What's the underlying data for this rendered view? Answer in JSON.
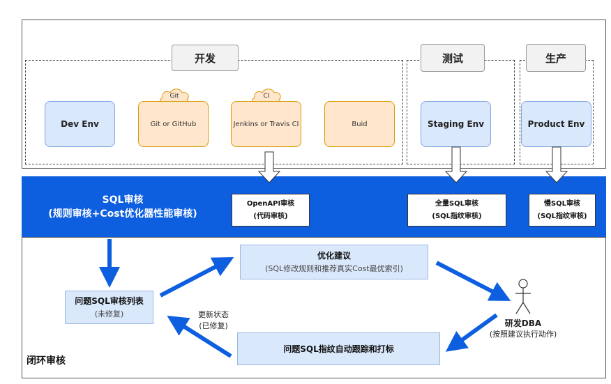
{
  "stages": {
    "dev": "开发",
    "test": "测试",
    "prod": "生产"
  },
  "environments": {
    "dev_env": "Dev Env",
    "git_or_github": "Git or GitHub",
    "git_cloud": "Git",
    "jenkins": "Jenkins or Travis CI",
    "ci_cloud": "CI",
    "build": "Buid",
    "staging_env": "Staging Env",
    "product_env": "Product Env"
  },
  "review_band": {
    "title_line1": "SQL审核",
    "title_line2": "(规则审核+Cost优化器性能审核)",
    "openapi_line1": "OpenAPI审核",
    "openapi_line2": "(代码审核)",
    "full_line1": "全量SQL审核",
    "full_line2": "(SQL指纹审核)",
    "slow_line1": "慢SQL审核",
    "slow_line2": "(SQL指纹审核)"
  },
  "closed_loop": {
    "issue_list_line1": "问题SQL审核列表",
    "issue_list_line2": "(未修复)",
    "optimize_line1": "优化建议",
    "optimize_line2": "(SQL修改规则和推荐真实Cost最优索引)",
    "dev_dba_line1": "研发DBA",
    "dev_dba_line2": "(按照建议执行动作)",
    "tracking": "问题SQL指纹自动跟踪和打标",
    "update_line1": "更新状态",
    "update_line2": "(已修复)",
    "loop_label": "闭环审核"
  },
  "colors": {
    "band_blue": "#0d5fe0",
    "env_blue_fill": "#dae8fc",
    "env_orange_fill": "#ffe6cc",
    "arrow_blue": "#0d5fe0"
  }
}
